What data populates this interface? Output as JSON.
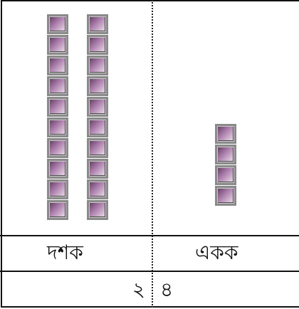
{
  "table": {
    "headers": {
      "tens": "দশক",
      "units": "একক"
    },
    "digits": {
      "tens": "২",
      "units": "৪"
    }
  },
  "blocks": {
    "tens_rods": 2,
    "cubes_per_rod": 10,
    "unit_cubes": 4
  },
  "colors": {
    "cube_dark": "#5d3a5b",
    "cube_light": "#f3e6f2",
    "cube_border": "#8a8a8a",
    "line": "#111111"
  }
}
